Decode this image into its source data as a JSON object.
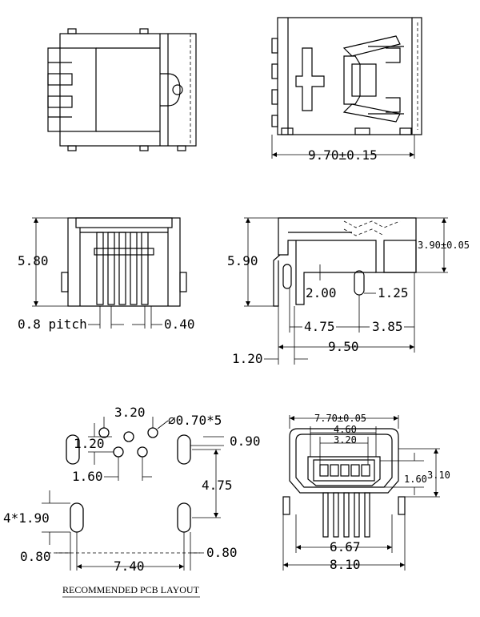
{
  "top_side": {
    "width_dim": "9.70±0.15"
  },
  "front_view": {
    "height_dim": "5.80",
    "pitch_dim": "0.8 pitch",
    "pin_dim": "0.40"
  },
  "side_view": {
    "height_dim": "5.90",
    "body_height_dim": "3.90±0.05",
    "tab_width_dim": "2.00",
    "tab_gap_dim": "1.25",
    "dim_475": "4.75",
    "dim_385": "3.85",
    "total_length_dim": "9.50",
    "offset_dim": "1.20"
  },
  "pcb_layout": {
    "dim_320": "3.20",
    "hole_dim": "∅0.70*5",
    "dim_120": "1.20",
    "dim_090": "0.90",
    "dim_160": "1.60",
    "dim_475": "4.75",
    "slot_dim": "4*1.90",
    "dim_080_left": "0.80",
    "dim_740": "7.40",
    "dim_080_right": "0.80",
    "caption": "RECOMMENDED PCB LAYOUT"
  },
  "end_view": {
    "width_dim": "7.70±0.05",
    "dim_460": "4.60",
    "dim_320": "3.20",
    "dim_160": "1.60",
    "dim_310": "3.10",
    "dim_667": "6.67",
    "dim_810": "8.10"
  }
}
